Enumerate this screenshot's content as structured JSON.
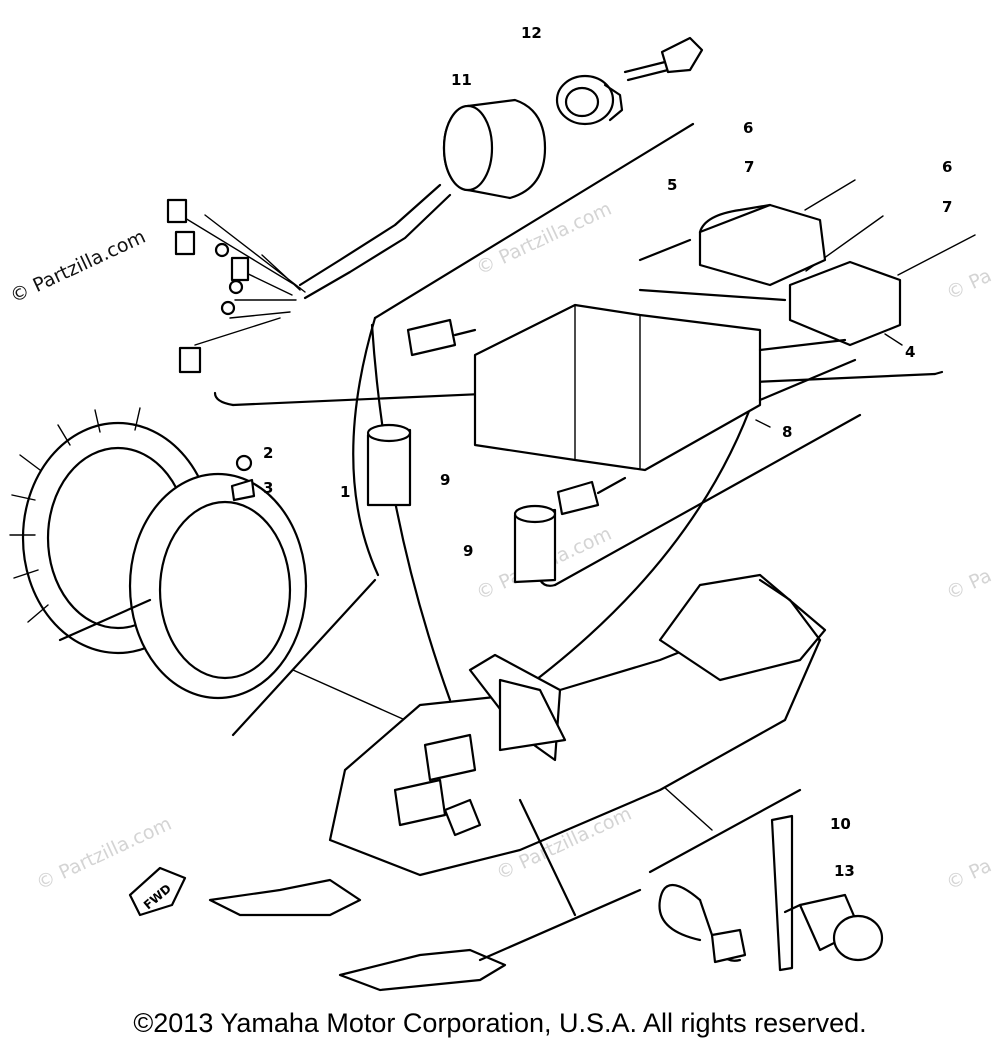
{
  "callouts": [
    {
      "id": "c1",
      "label": "1"
    },
    {
      "id": "c2",
      "label": "2"
    },
    {
      "id": "c3",
      "label": "3"
    },
    {
      "id": "c4",
      "label": "4"
    },
    {
      "id": "c5",
      "label": "5"
    },
    {
      "id": "c6a",
      "label": "6"
    },
    {
      "id": "c6b",
      "label": "6"
    },
    {
      "id": "c7a",
      "label": "7"
    },
    {
      "id": "c7b",
      "label": "7"
    },
    {
      "id": "c8",
      "label": "8"
    },
    {
      "id": "c9a",
      "label": "9"
    },
    {
      "id": "c9b",
      "label": "9"
    },
    {
      "id": "c10",
      "label": "10"
    },
    {
      "id": "c11",
      "label": "11"
    },
    {
      "id": "c12",
      "label": "12"
    },
    {
      "id": "c13",
      "label": "13"
    }
  ],
  "watermark": {
    "main": "© Partzilla.com",
    "faint": "© Partzilla.com",
    "edge": "© Pa"
  },
  "fwd_label": "FWD",
  "copyright": "©2013 Yamaha Motor Corporation, U.S.A. All rights reserved."
}
